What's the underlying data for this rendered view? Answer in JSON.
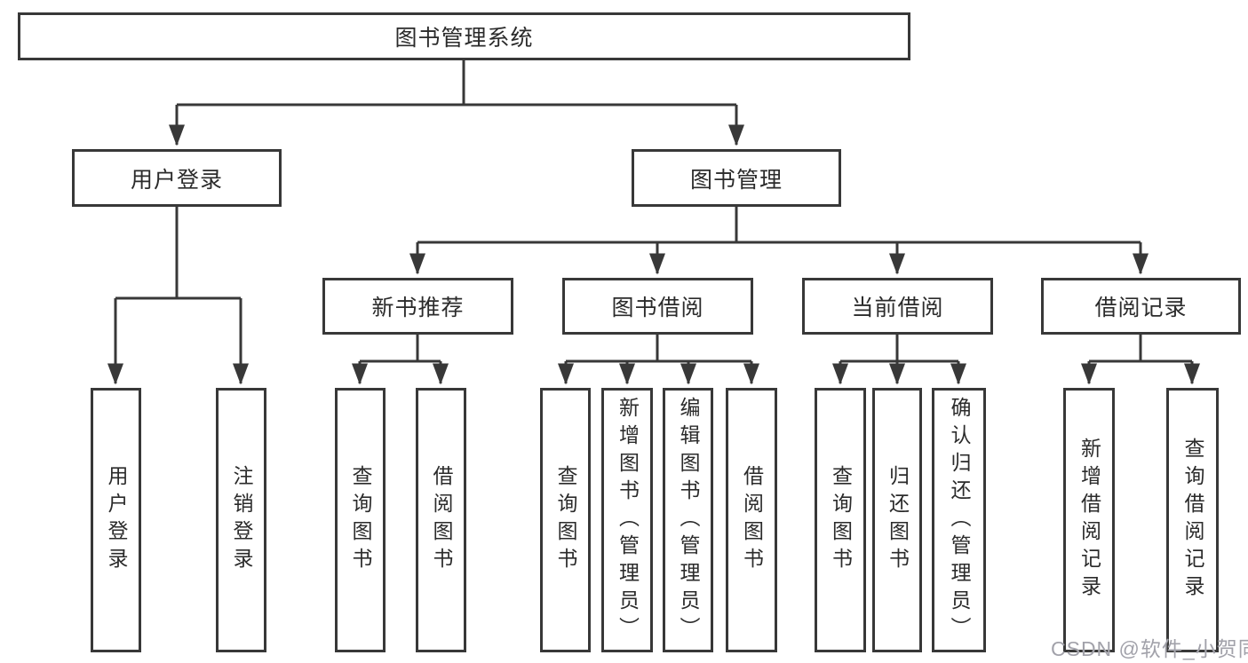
{
  "diagram": {
    "root": {
      "label": "图书管理系统"
    },
    "level2": [
      {
        "label": "用户登录",
        "leaves": [
          {
            "label": "用户登录"
          },
          {
            "label": "注销登录"
          }
        ]
      },
      {
        "label": "图书管理",
        "groups": [
          {
            "label": "新书推荐",
            "leaves": [
              {
                "label": "查询图书"
              },
              {
                "label": "借阅图书"
              }
            ]
          },
          {
            "label": "图书借阅",
            "leaves": [
              {
                "label": "查询图书"
              },
              {
                "label": "新增图书（管理员）"
              },
              {
                "label": "编辑图书（管理员）"
              },
              {
                "label": "借阅图书"
              }
            ]
          },
          {
            "label": "当前借阅",
            "leaves": [
              {
                "label": "查询图书"
              },
              {
                "label": "归还图书"
              },
              {
                "label": "确认归还（管理员）"
              }
            ]
          },
          {
            "label": "借阅记录",
            "leaves": [
              {
                "label": "新增借阅记录"
              },
              {
                "label": "查询借阅记录"
              }
            ]
          }
        ]
      }
    ]
  },
  "watermark": {
    "text": "CSDN @软件_小贺同学"
  },
  "colors": {
    "line": "#383838",
    "box_border": "#383838",
    "text": "#2b2b2b",
    "background": "#ffffff",
    "watermark": "#a2a2aa"
  }
}
